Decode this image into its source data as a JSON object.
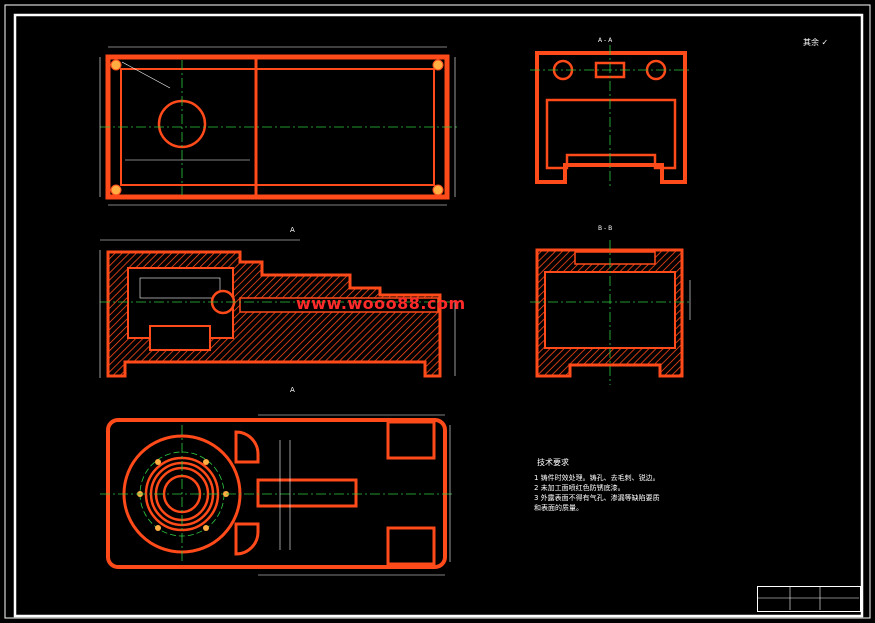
{
  "section_labels": {
    "view_a": "A - A",
    "view_b": "B - B"
  },
  "surface_finish_note": "其余 ✓",
  "watermark": "www.wooo88.com",
  "technical_requirements": {
    "title": "技术要求",
    "items": [
      "1  铸件时效处理。铸孔、去毛刺、锐边。",
      "2  未加工面喷红色防锈底漆。",
      "3  外露表面不得有气孔、渗漏等缺陷要质",
      "    和表面的质量。"
    ]
  },
  "colors": {
    "background": "#000000",
    "part_outline": "#ff4a1a",
    "dimension_lines": "#ffffff",
    "center_lines": "#2ecc40",
    "hatch": "#ff4a1a",
    "watermark": "#ff2a2a"
  }
}
